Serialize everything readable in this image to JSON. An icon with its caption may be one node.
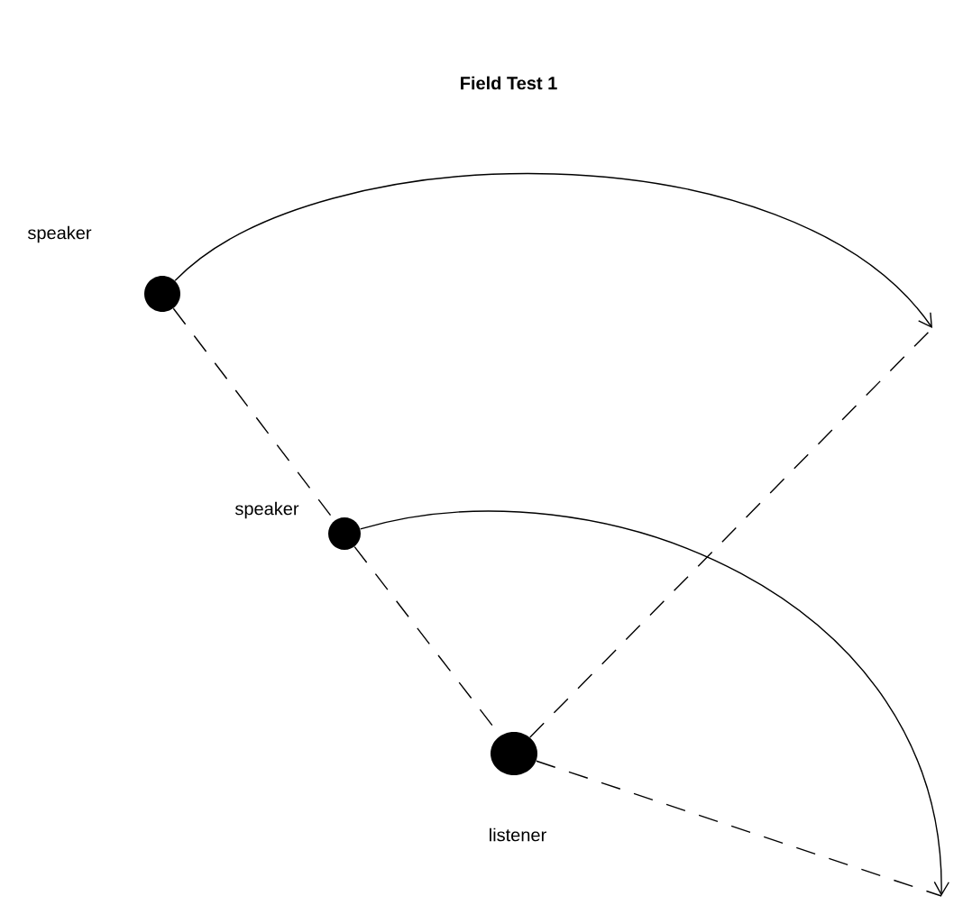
{
  "diagram": {
    "title": "Field Test 1",
    "nodes": [
      {
        "text": [],
        "shape": "circle",
        "beside": [
          "speaker"
        ]
      },
      {
        "text": [],
        "shape": "circle",
        "beside": [
          "speaker"
        ]
      },
      {
        "text": [],
        "shape": "circle",
        "beside": [
          "listener"
        ]
      }
    ],
    "edges": [
      {
        "from": 0,
        "to": null,
        "arrow": "to"
      },
      {
        "from": 1,
        "to": null,
        "arrow": "to"
      },
      {
        "from": 0,
        "to": 1,
        "arrow": "none",
        "style": "dashed"
      },
      {
        "from": 1,
        "to": 2,
        "arrow": "none",
        "style": "dashed"
      },
      {
        "from": 2,
        "to": null,
        "arrow": "none",
        "style": "dashed"
      },
      {
        "from": 2,
        "to": null,
        "arrow": "none",
        "style": "dashed"
      }
    ]
  }
}
